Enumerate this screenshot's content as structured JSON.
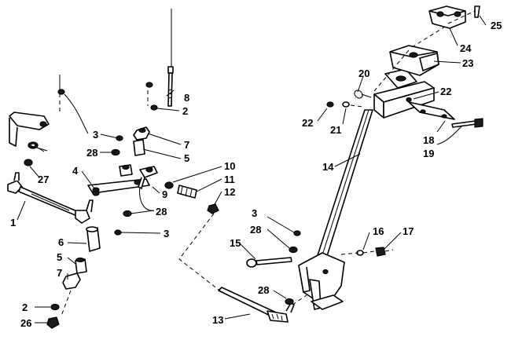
{
  "callouts": {
    "c1": "1",
    "c2a": "2",
    "c2b": "2",
    "c3a": "3",
    "c3b": "3",
    "c3c": "3",
    "c4": "4",
    "c5a": "5",
    "c5b": "5",
    "c6": "6",
    "c7a": "7",
    "c7b": "7",
    "c8": "8",
    "c9": "9",
    "c10": "10",
    "c11": "11",
    "c12": "12",
    "c13": "13",
    "c14": "14",
    "c15": "15",
    "c16": "16",
    "c17": "17",
    "c18": "18",
    "c19": "19",
    "c20": "20",
    "c21": "21",
    "c22a": "22",
    "c22b": "22",
    "c23": "23",
    "c24": "24",
    "c25": "25",
    "c26": "26",
    "c27": "27",
    "c28a": "28",
    "c28b": "28",
    "c28c": "28",
    "c28d": "28"
  }
}
